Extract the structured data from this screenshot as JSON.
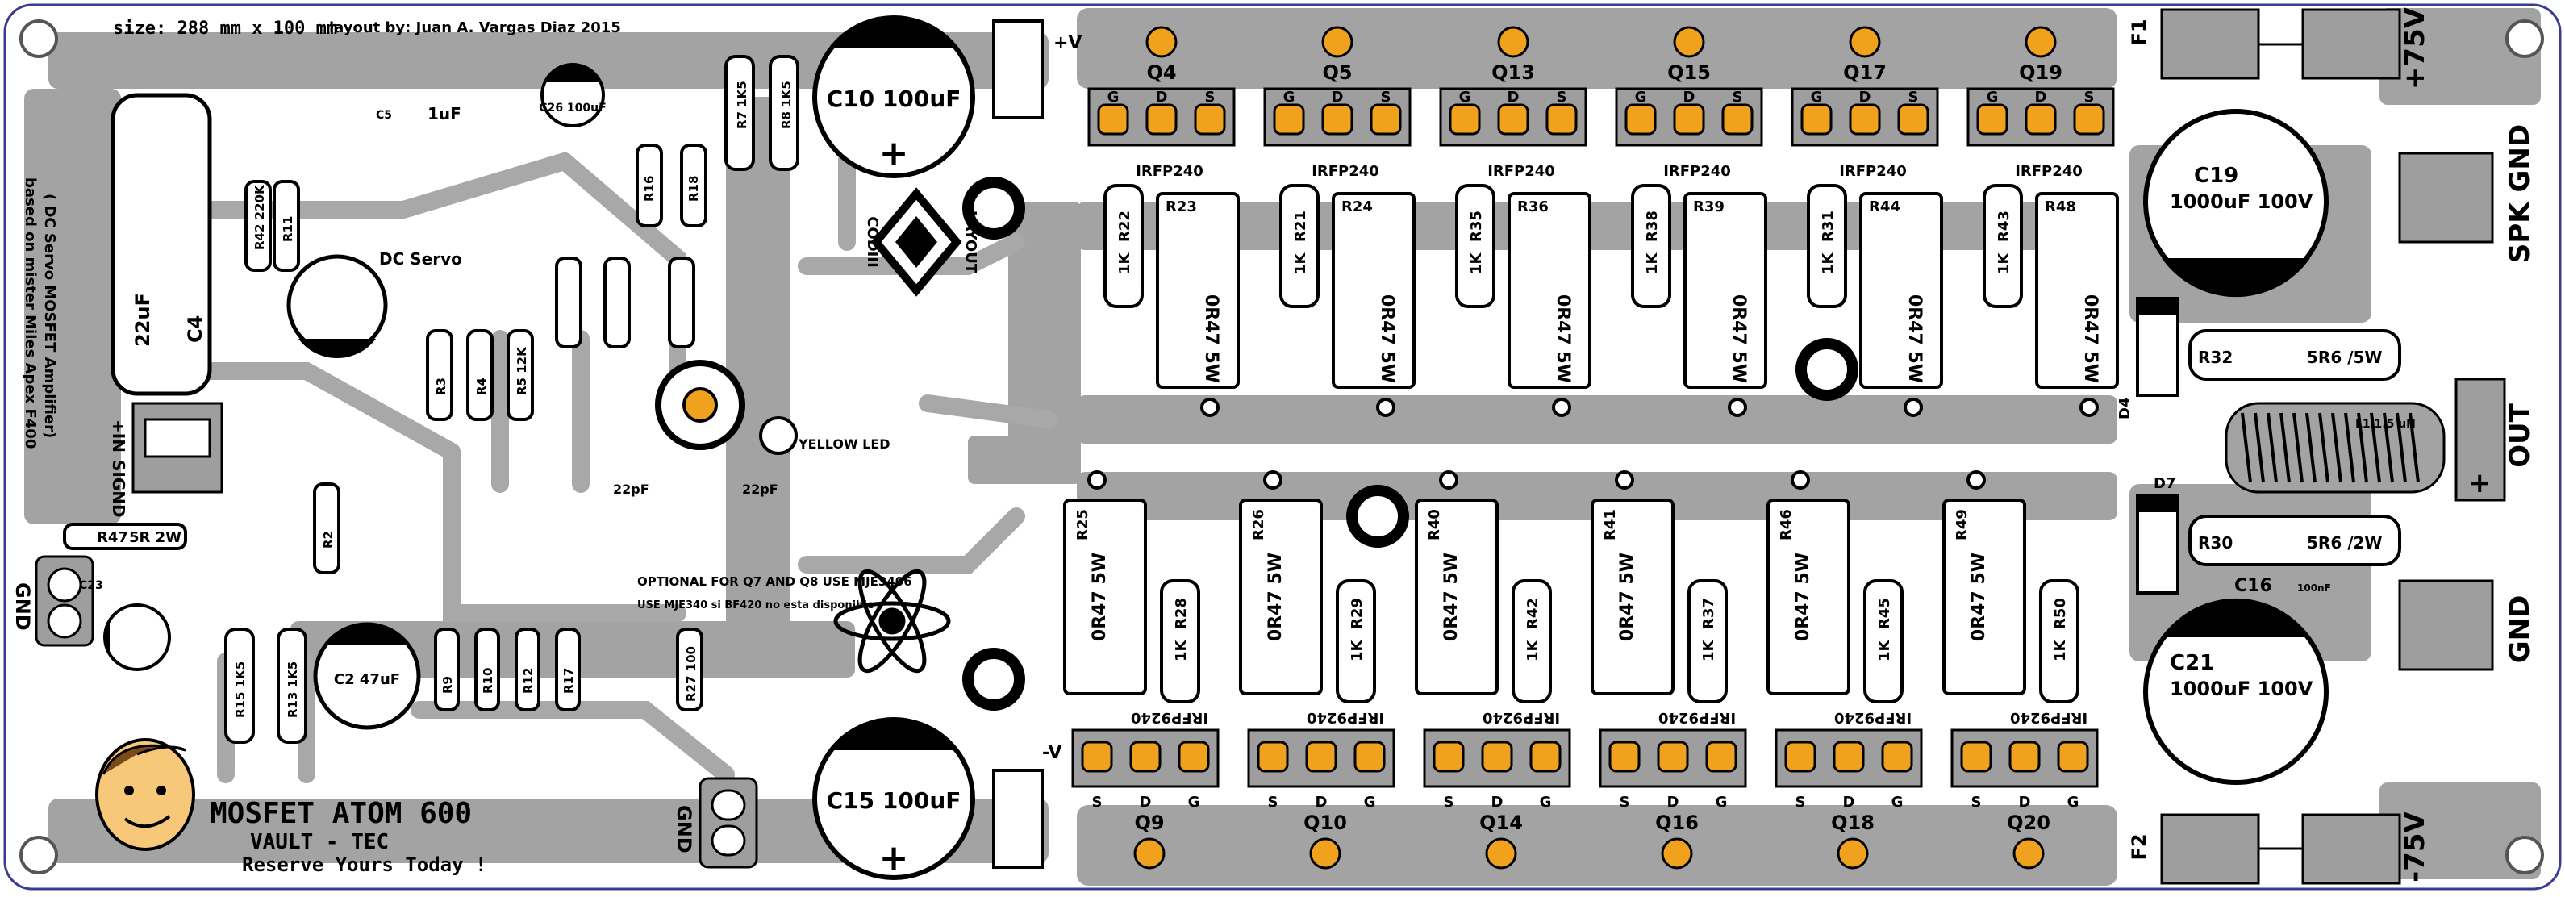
{
  "board": {
    "size_text": "size: 288 mm x 100 mm",
    "layout_by": "layout by: Juan A. Vargas Diaz 2015",
    "based_on_1": "based on mister Miles Apex F400",
    "based_on_2": "( DC Servo MOSFET Amplifier)",
    "title": "MOSFET ATOM 600",
    "subtitle": "VAULT - TEC",
    "slogan": "Reserve Yours Today !",
    "logo_text_1": "CODIII",
    "logo_text_2": "LAYOUT",
    "optional_note": "OPTIONAL FOR Q7 AND Q8 USE MJE3406",
    "use_note": "USE MJE340 si BF420 no esta disponible",
    "dc_servo": "DC Servo",
    "yellow_led": "YELLOW LED"
  },
  "connectors": {
    "plus_in": "+IN",
    "signal": "SIGND",
    "gnd_left": "GND",
    "gnd_mid": "GND",
    "spk_gnd": "SPK GND",
    "out": "OUT",
    "gnd_right": "GND",
    "v_plus": "+75V",
    "v_minus": "-75V",
    "rail_plus": "+V",
    "rail_minus": "-V",
    "plus_sign": "+"
  },
  "fuses": [
    "F1",
    "F2"
  ],
  "top_mosfets": {
    "names": [
      "Q4",
      "Q5",
      "Q13",
      "Q15",
      "Q17",
      "Q19"
    ],
    "part": "IRFP240",
    "pins": [
      "G",
      "D",
      "S"
    ],
    "gate_res": [
      "R22",
      "R21",
      "R35",
      "R38",
      "R31",
      "R43"
    ],
    "source_res": [
      "R23",
      "R24",
      "R36",
      "R39",
      "R44",
      "R48"
    ],
    "res_val_1k": "1K",
    "res_val_05": "0R47 5W"
  },
  "bottom_mosfets": {
    "names": [
      "Q9",
      "Q10",
      "Q14",
      "Q16",
      "Q18",
      "Q20"
    ],
    "part": "IRFP9240",
    "pins": [
      "S",
      "D",
      "G"
    ],
    "gate_res": [
      "R28",
      "R29",
      "R42",
      "R37",
      "R45",
      "R50"
    ],
    "source_res": [
      "R25",
      "R26",
      "R40",
      "R41",
      "R46",
      "R49"
    ]
  },
  "caps": {
    "c10": "C10 100uF",
    "c15": "C15 100uF",
    "c19a": "C19",
    "c19b": "1000uF 100V",
    "c21a": "C21",
    "c21b": "1000uF 100V",
    "c4a": "C4",
    "c4b": "22uF",
    "c26": "C26 100uF",
    "c2": "C2 47uF",
    "c16": "C16",
    "c23": "C23",
    "c5": "C5",
    "c5v": "1uF",
    "c22": "22pF",
    "c22b": "22pF",
    "c100n": "100nF"
  },
  "output": {
    "r32": "R32",
    "r32v": "5R6 /5W",
    "r30": "R30",
    "r30v": "5R6 /2W",
    "l1": "L1 1.5 uH",
    "d4": "D4",
    "d7": "D7",
    "r47": "R47",
    "r47v": "5R 2W"
  },
  "small_res": [
    "R7 1K5",
    "R8 1K5",
    "R16",
    "R18",
    "R42 220K",
    "R11",
    "R3",
    "R4",
    "R5 12K",
    "R2",
    "R15 1K5",
    "R13 1K5",
    "R9",
    "R10",
    "R12",
    "R17",
    "R27 100"
  ],
  "colors": {
    "board": "#ffffff",
    "copper": "#9e9e9e",
    "trace": "#a9a9a9",
    "pad": "#f0a21e",
    "ink": "#000000"
  }
}
